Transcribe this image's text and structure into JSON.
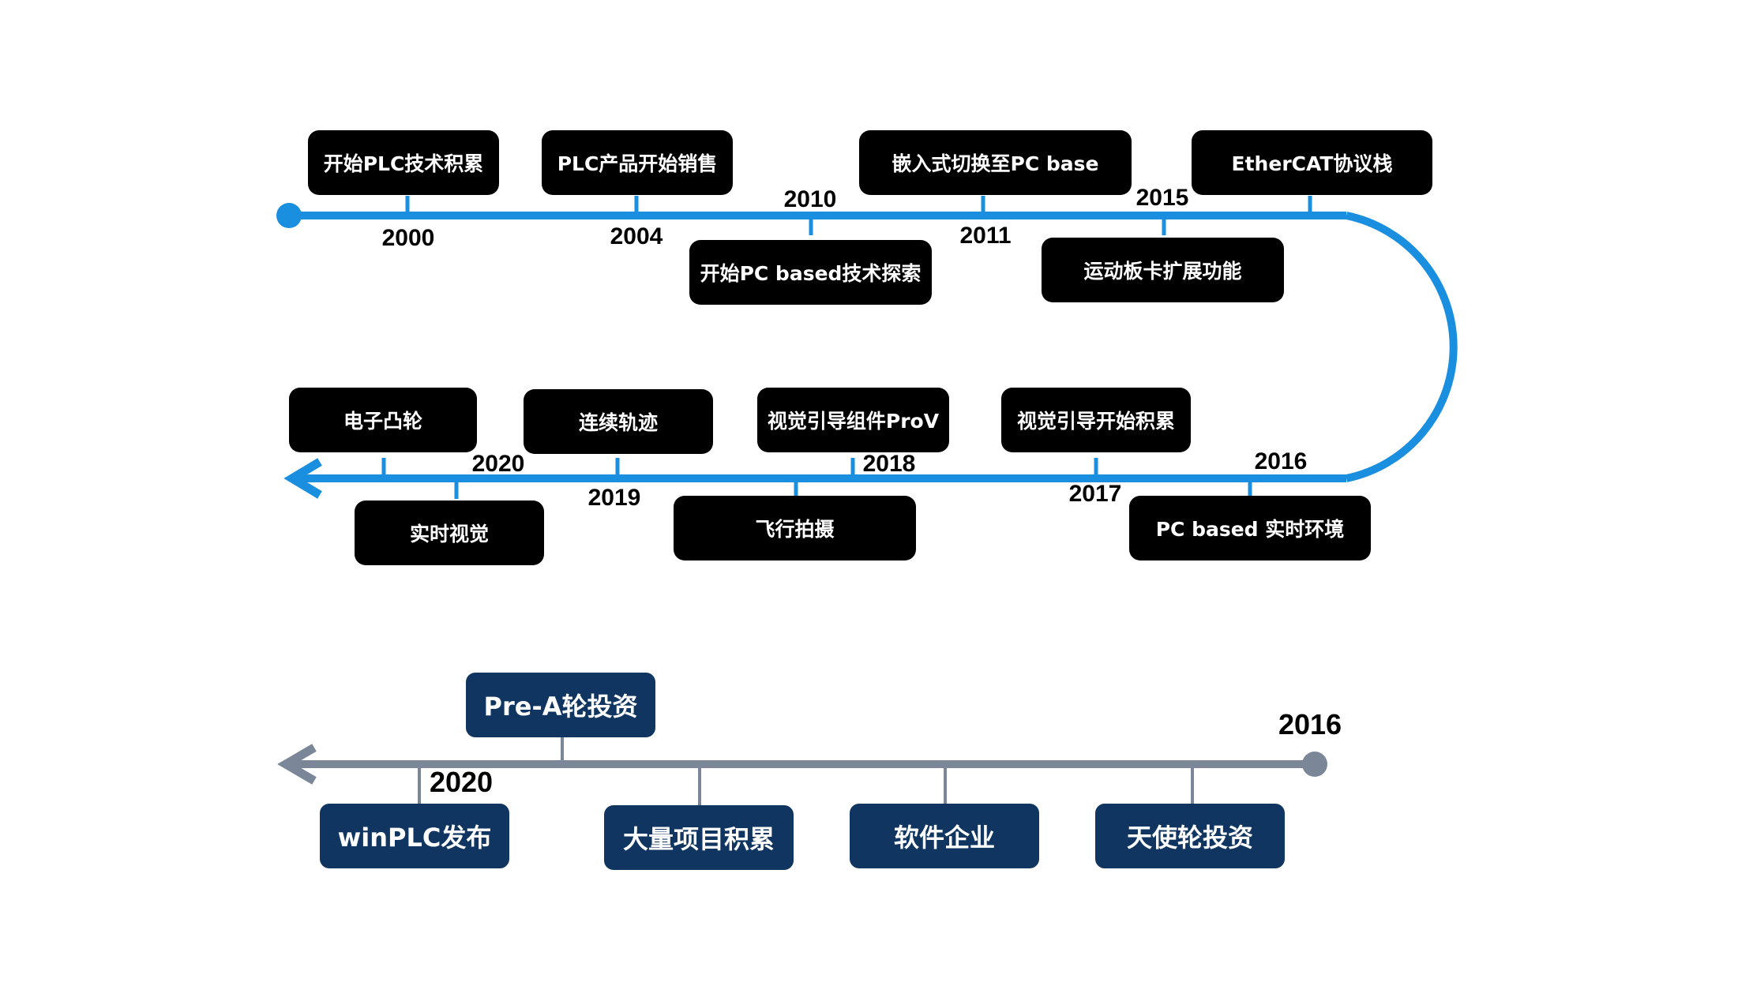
{
  "colors": {
    "timeline_blue": "#1a8fe0",
    "timeline_gray": "#7b8799",
    "event_box": "#000000",
    "funding_box": "#0f3560"
  },
  "tech_timeline": {
    "row1_events": [
      {
        "label": "开始PLC技术积累",
        "year": "2000"
      },
      {
        "label": "PLC产品开始销售",
        "year": "2004"
      },
      {
        "label": "开始PC based技术探索",
        "year": "2010"
      },
      {
        "label": "嵌入式切换至PC base",
        "year": "2011"
      },
      {
        "label": "运动板卡扩展功能",
        "year": "2015"
      },
      {
        "label": "EtherCAT协议栈",
        "year": ""
      }
    ],
    "row2_events": [
      {
        "label": "PC based 实时环境",
        "year": "2016"
      },
      {
        "label": "视觉引导开始积累",
        "year": "2017"
      },
      {
        "label": "视觉引导组件ProV",
        "year": "2018"
      },
      {
        "label": "飞行拍摄",
        "year": ""
      },
      {
        "label": "连续轨迹",
        "year": "2019"
      },
      {
        "label": "实时视觉",
        "year": "2020"
      },
      {
        "label": "电子凸轮",
        "year": ""
      }
    ]
  },
  "funding_timeline": {
    "start_year": "2016",
    "end_year": "2020",
    "events": [
      {
        "label": "天使轮投资"
      },
      {
        "label": "软件企业"
      },
      {
        "label": "大量项目积累"
      },
      {
        "label": "Pre-A轮投资"
      },
      {
        "label": "winPLC发布"
      }
    ]
  }
}
